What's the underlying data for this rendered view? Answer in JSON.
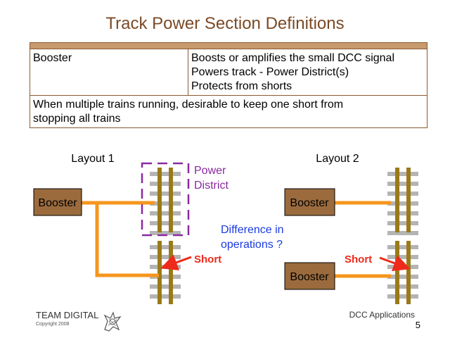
{
  "title": "Track Power Section Definitions",
  "table": {
    "rows": [
      {
        "term": "Booster",
        "definition": [
          "Boosts or amplifies the small DCC signal",
          "Powers track - Power District(s)",
          "Protects from shorts"
        ]
      }
    ],
    "note": [
      "When multiple trains running, desirable to keep one short from",
      "stopping all trains"
    ]
  },
  "diagram": {
    "layout1_label": "Layout 1",
    "layout2_label": "Layout 2",
    "booster_label": "Booster",
    "power_district_label": [
      "Power",
      "District"
    ],
    "short_label": "Short",
    "question": [
      "Difference in",
      "operations ?"
    ]
  },
  "footer": {
    "brand": "TEAM DIGITAL",
    "copyright": "Copyright 2008",
    "section": "DCC Applications",
    "page": "5"
  },
  "colors": {
    "title": "#7a4a26",
    "booster_fill": "#9b6b3e",
    "wire": "#f5961e",
    "rail": "#9a7a18",
    "tie": "#b4b4b4",
    "district_box": "#8a2aa0",
    "short_arrow": "#ee2a1a",
    "question": "#1a3ae0"
  }
}
